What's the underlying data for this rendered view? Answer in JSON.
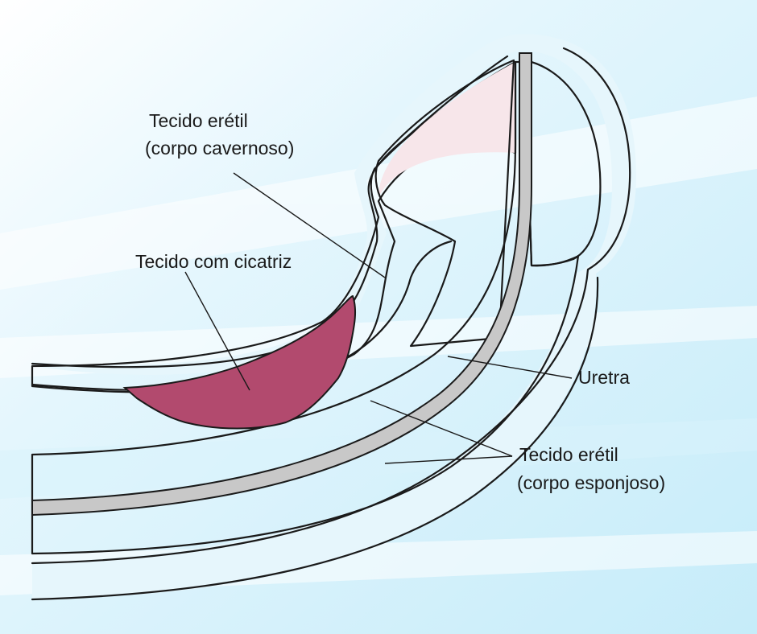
{
  "labels": {
    "cavernoso_line1": "Tecido erétil",
    "cavernoso_line2": "(corpo cavernoso)",
    "cicatriz": "Tecido com cicatriz",
    "uretra": "Uretra",
    "esponjoso_line1": "Tecido erétil",
    "esponjoso_line2": "(corpo esponjoso)"
  },
  "colors": {
    "background_tint": "#cfeefa",
    "tissue_fill": "#f7e6ea",
    "scar_fill": "#b24a6e",
    "urethra_fill": "#c8c8c8",
    "outline": "#1a1a1a"
  }
}
